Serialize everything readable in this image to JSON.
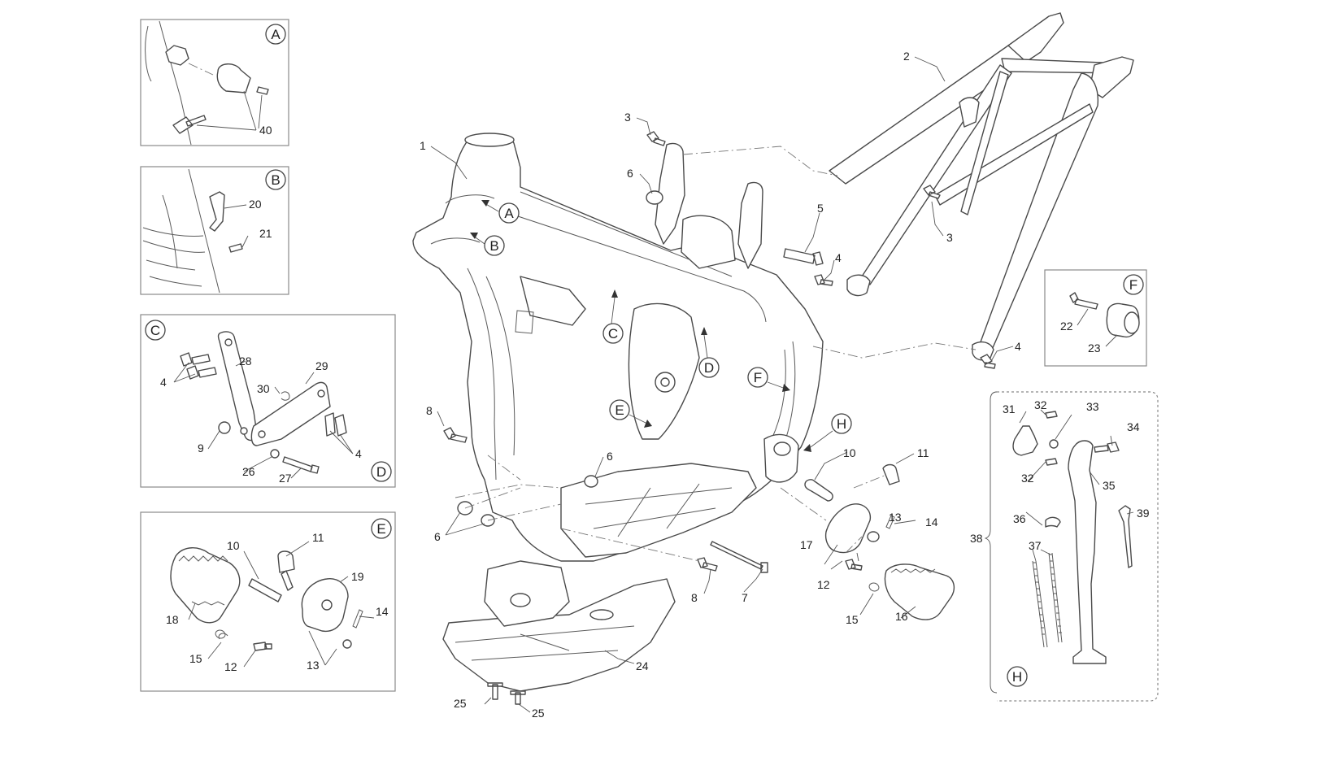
{
  "callouts": {
    "main": [
      "1",
      "2",
      "3",
      "3",
      "4",
      "4",
      "5",
      "6",
      "6",
      "6",
      "7",
      "8",
      "8",
      "10",
      "11",
      "12",
      "13",
      "14",
      "15",
      "16",
      "17",
      "24",
      "25",
      "25",
      "38"
    ],
    "box_a": [
      "40"
    ],
    "box_b": [
      "20",
      "21"
    ],
    "box_c": [
      "28",
      "29",
      "30",
      "4",
      "9",
      "26",
      "27",
      "4"
    ],
    "box_e": [
      "11",
      "10",
      "19",
      "18",
      "14",
      "15",
      "12",
      "13"
    ],
    "box_f": [
      "22",
      "23"
    ],
    "box_h": [
      "31",
      "32",
      "33",
      "34",
      "32",
      "35",
      "36",
      "39",
      "37"
    ]
  },
  "badges": {
    "box": [
      "A",
      "B",
      "C",
      "D",
      "E",
      "F",
      "H"
    ],
    "frame": [
      "A",
      "B",
      "C",
      "D",
      "E",
      "F",
      "H"
    ]
  }
}
